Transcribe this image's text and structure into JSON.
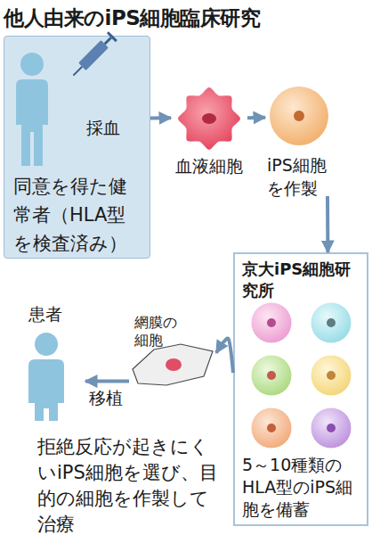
{
  "diagram": {
    "title": "他人由来のiPS細胞臨床研究",
    "nodes": [
      {
        "text": [
          "採血",
          "同意を得た健常者（HLA型を検査済み）"
        ]
      },
      {
        "text": [
          "血液細胞"
        ]
      },
      {
        "text": [
          "iPS細胞を作製"
        ]
      },
      {
        "text": [
          "京大iPS細胞研究所",
          "5～10種類のHLA型のiPS細胞を備蓄"
        ]
      },
      {
        "text": [
          "網膜の細胞"
        ]
      },
      {
        "text": [
          "患者"
        ]
      }
    ],
    "edges": [
      {
        "from": 0,
        "to": 1,
        "arrow": "to"
      },
      {
        "from": 1,
        "to": 2,
        "arrow": "to"
      },
      {
        "from": 2,
        "to": 3,
        "arrow": "to"
      },
      {
        "from": 3,
        "to": 4,
        "arrow": "to"
      },
      {
        "from": 4,
        "to": 5,
        "label": "移植",
        "arrow": "to"
      }
    ],
    "labels": [
      "拒絶反応が起きにくいiPS細胞を選び、目的の細胞を作製して治療"
    ]
  }
}
